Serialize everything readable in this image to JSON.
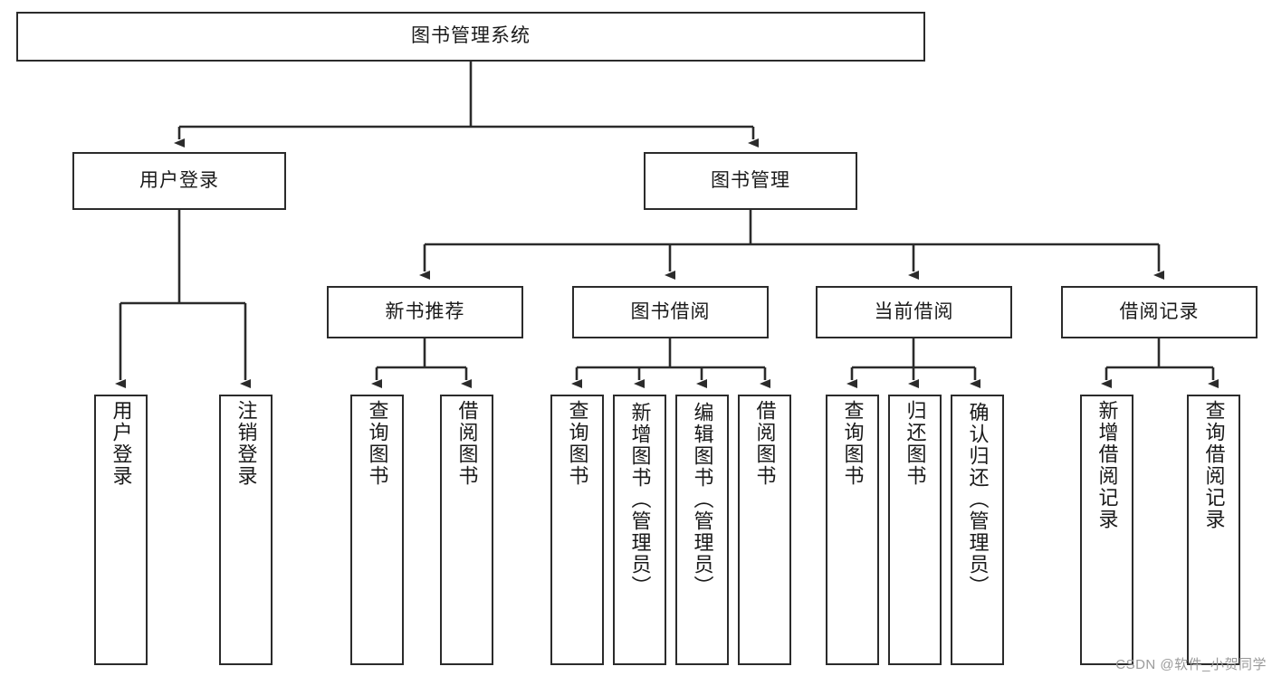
{
  "diagram": {
    "type": "tree",
    "title": "图书管理系统",
    "orientation": "top-down",
    "watermark": "CSDN @软件_小贺同学",
    "colors": {
      "box_border": "#2b2b2b",
      "box_fill": "#ffffff",
      "line": "#2b2b2b",
      "text": "#1a1a1a",
      "watermark": "#9a9a9a"
    },
    "root": {
      "id": "root",
      "label": "图书管理系统"
    },
    "level1": [
      {
        "id": "user-login",
        "label": "用户登录"
      },
      {
        "id": "book-manage",
        "label": "图书管理"
      }
    ],
    "level2": [
      {
        "id": "new-book-rec",
        "label": "新书推荐",
        "parent": "book-manage"
      },
      {
        "id": "book-borrow",
        "label": "图书借阅",
        "parent": "book-manage"
      },
      {
        "id": "current-borrow",
        "label": "当前借阅",
        "parent": "book-manage"
      },
      {
        "id": "borrow-record",
        "label": "借阅记录",
        "parent": "book-manage"
      }
    ],
    "leaves": [
      {
        "id": "leaf-user-login",
        "label": "用户登录",
        "parent": "user-login"
      },
      {
        "id": "leaf-logout",
        "label": "注销登录",
        "parent": "user-login"
      },
      {
        "id": "leaf-query-book-1",
        "label": "查询图书",
        "parent": "new-book-rec"
      },
      {
        "id": "leaf-borrow-book-1",
        "label": "借阅图书",
        "parent": "new-book-rec"
      },
      {
        "id": "leaf-query-book-2",
        "label": "查询图书",
        "parent": "book-borrow"
      },
      {
        "id": "leaf-add-book",
        "label": "新增图书（管理员）",
        "parent": "book-borrow"
      },
      {
        "id": "leaf-edit-book",
        "label": "编辑图书（管理员）",
        "parent": "book-borrow"
      },
      {
        "id": "leaf-borrow-book-2",
        "label": "借阅图书",
        "parent": "book-borrow"
      },
      {
        "id": "leaf-query-book-3",
        "label": "查询图书",
        "parent": "current-borrow"
      },
      {
        "id": "leaf-return-book",
        "label": "归还图书",
        "parent": "current-borrow"
      },
      {
        "id": "leaf-confirm-return",
        "label": "确认归还（管理员）",
        "parent": "current-borrow"
      },
      {
        "id": "leaf-add-record",
        "label": "新增借阅记录",
        "parent": "borrow-record"
      },
      {
        "id": "leaf-query-record",
        "label": "查询借阅记录",
        "parent": "borrow-record"
      }
    ]
  }
}
